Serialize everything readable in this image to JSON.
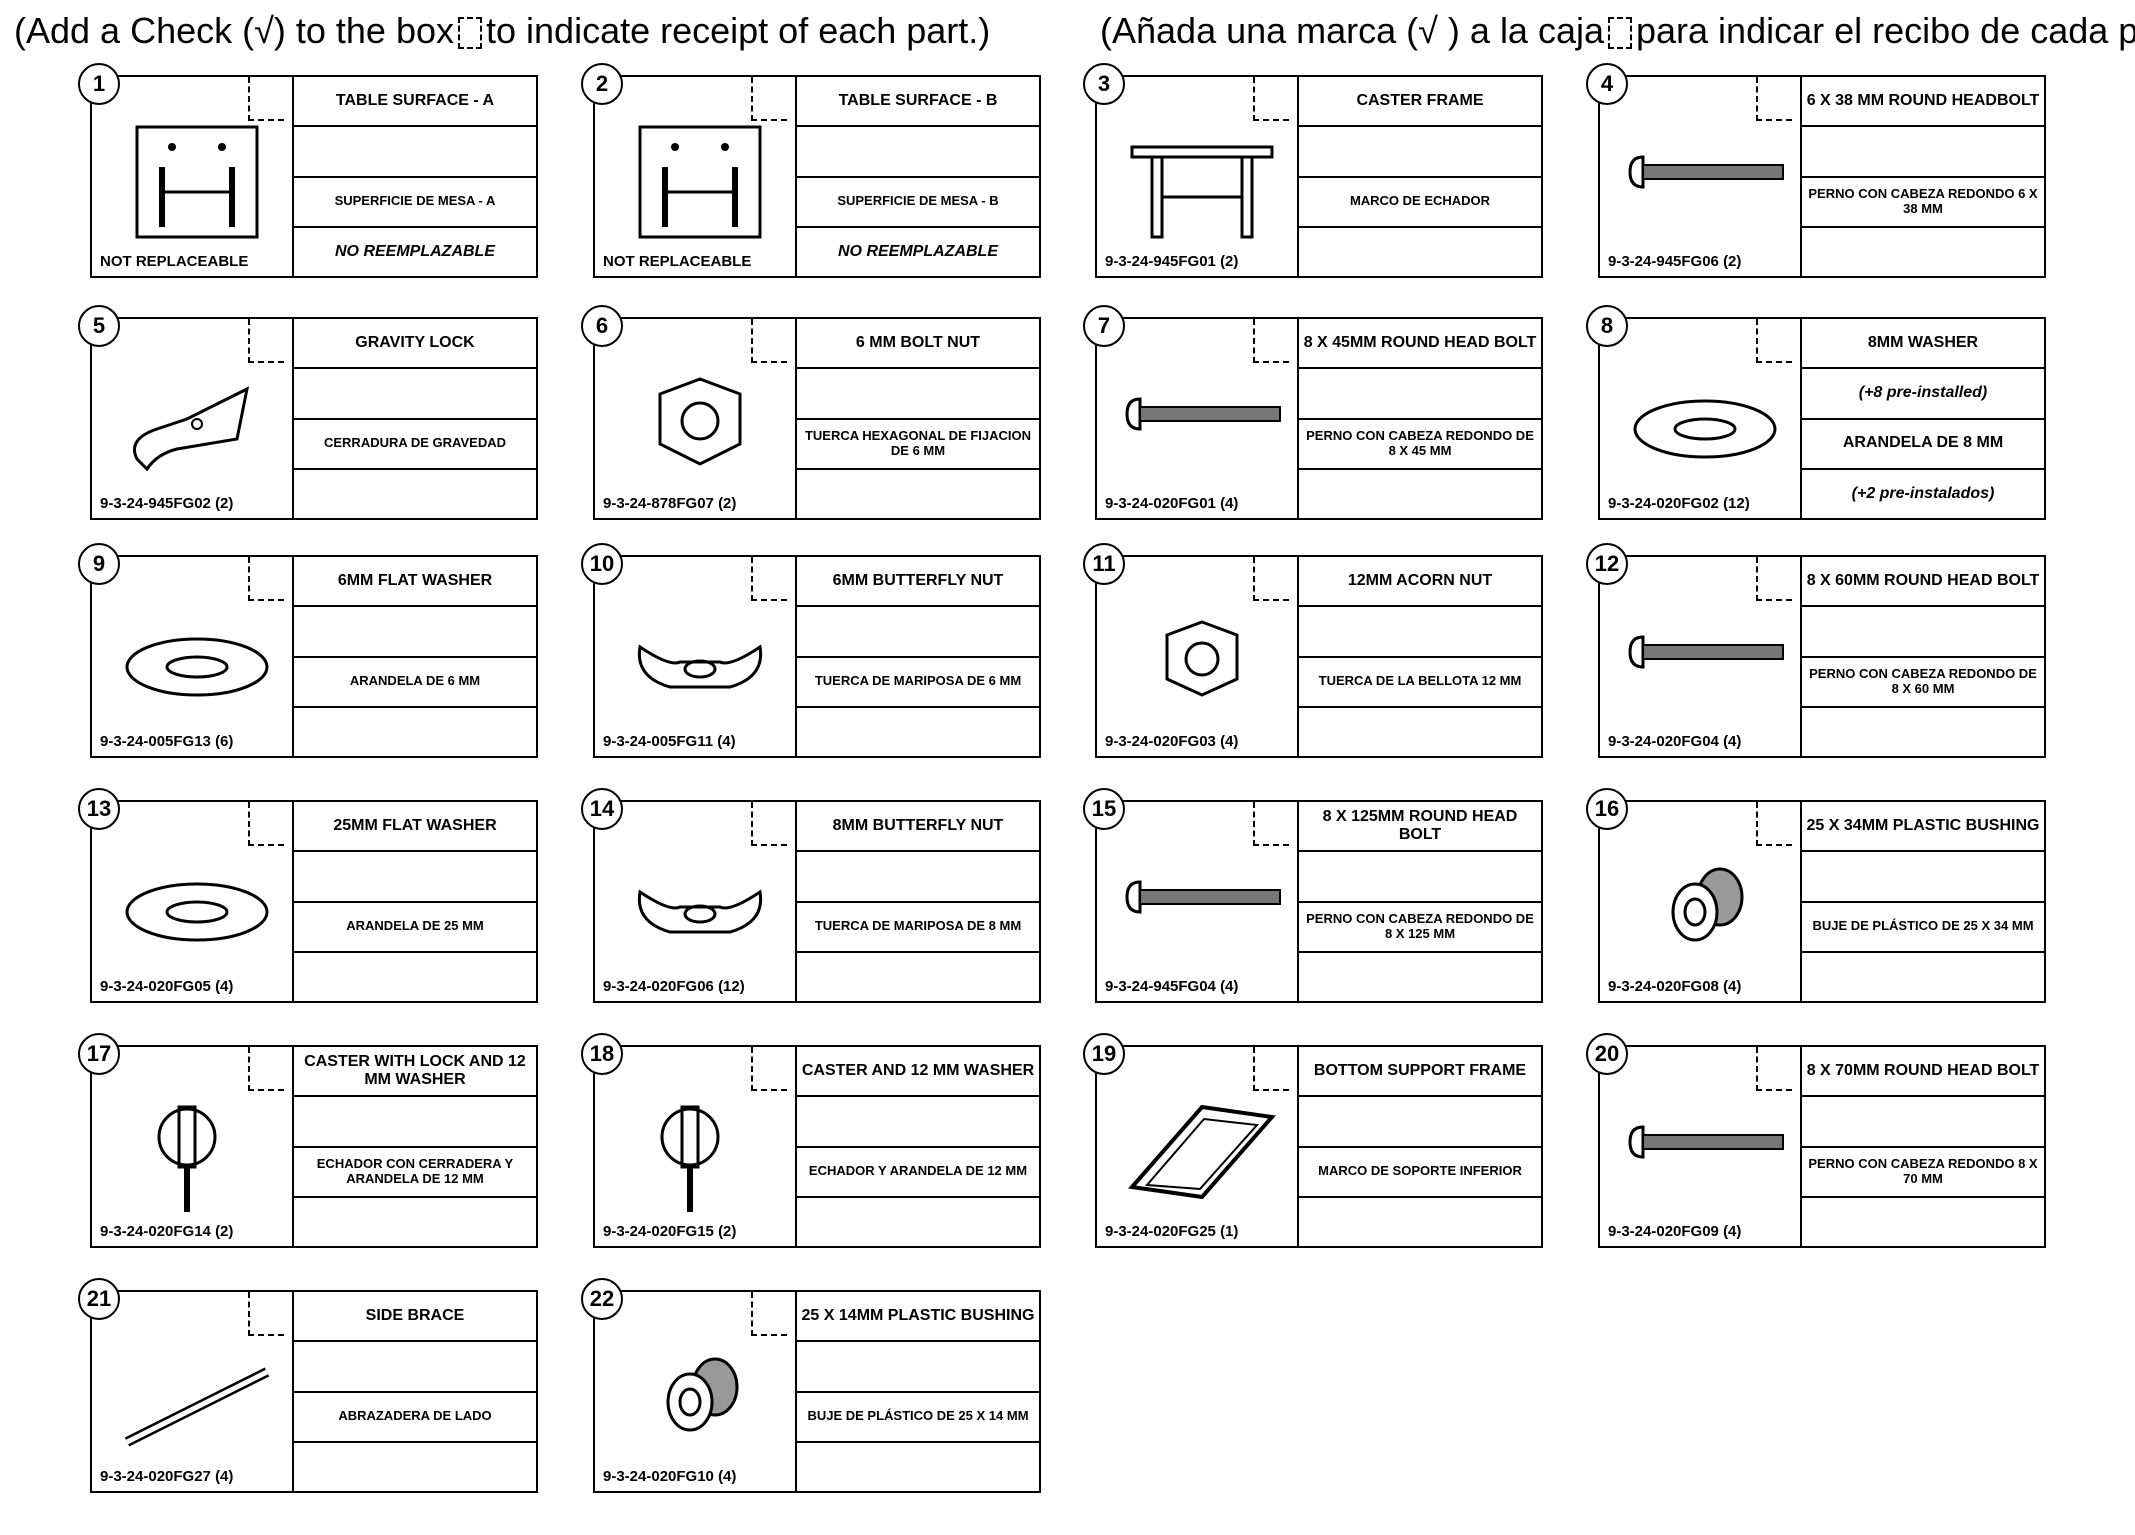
{
  "instructions": {
    "english_before": "(Add a Check (√)",
    "english_middle": "to the box",
    "english_after": "to indicate receipt of each part.)",
    "spanish_before": "(Añada una marca (√ ) a la caja",
    "spanish_after": "para indicar el recibo de cada pieza.)"
  },
  "parts": [
    {
      "num": "1",
      "en": "TABLE SURFACE - A",
      "es": "SUPERFICIE DE MESA - A",
      "es2": "NO REEMPLAZABLE",
      "partno": "NOT REPLACEABLE",
      "icon": "table-surface-icon"
    },
    {
      "num": "2",
      "en": "TABLE SURFACE - B",
      "es": "SUPERFICIE DE MESA - B",
      "es2": "NO REEMPLAZABLE",
      "partno": "NOT REPLACEABLE",
      "icon": "table-surface-icon"
    },
    {
      "num": "3",
      "en": "CASTER FRAME",
      "es": "MARCO DE ECHADOR",
      "partno": "9-3-24-945FG01 (2)",
      "icon": "caster-frame-icon"
    },
    {
      "num": "4",
      "en": "6 X 38 MM ROUND HEADBOLT",
      "es": "PERNO CON CABEZA REDONDO 6 X 38 MM",
      "partno": "9-3-24-945FG06 (2)",
      "icon": "bolt-icon"
    },
    {
      "num": "5",
      "en": "GRAVITY LOCK",
      "es": "CERRADURA DE GRAVEDAD",
      "partno": "9-3-24-945FG02 (2)",
      "icon": "gravity-lock-icon"
    },
    {
      "num": "6",
      "en": "6 MM BOLT NUT",
      "es": "TUERCA HEXAGONAL DE FIJACION DE 6 MM",
      "partno": "9-3-24-878FG07 (2)",
      "icon": "hex-nut-icon"
    },
    {
      "num": "7",
      "en": "8 X 45MM ROUND HEAD BOLT",
      "es": "PERNO CON CABEZA REDONDO DE 8 X 45 MM",
      "partno": "9-3-24-020FG01 (4)",
      "icon": "bolt-icon"
    },
    {
      "num": "8",
      "en": "8MM WASHER",
      "note1": "(+8 pre-installed)",
      "es": "ARANDELA DE 8 MM",
      "note2": "(+2 pre-instalados)",
      "partno": "9-3-24-020FG02 (12)",
      "icon": "washer-icon"
    },
    {
      "num": "9",
      "en": "6MM FLAT WASHER",
      "es": "ARANDELA DE 6 MM",
      "partno": "9-3-24-005FG13 (6)",
      "icon": "washer-icon"
    },
    {
      "num": "10",
      "en": "6MM BUTTERFLY NUT",
      "es": "TUERCA DE MARIPOSA DE 6 MM",
      "partno": "9-3-24-005FG11 (4)",
      "icon": "butterfly-nut-icon"
    },
    {
      "num": "11",
      "en": "12MM ACORN NUT",
      "es": "TUERCA DE LA BELLOTA 12 MM",
      "partno": "9-3-24-020FG03 (4)",
      "icon": "acorn-nut-icon"
    },
    {
      "num": "12",
      "en": "8 X 60MM ROUND HEAD BOLT",
      "es": "PERNO CON CABEZA REDONDO DE 8 X 60 MM",
      "partno": "9-3-24-020FG04 (4)",
      "icon": "bolt-icon"
    },
    {
      "num": "13",
      "en": "25MM FLAT WASHER",
      "es": "ARANDELA DE 25 MM",
      "partno": "9-3-24-020FG05 (4)",
      "icon": "washer-icon"
    },
    {
      "num": "14",
      "en": "8MM BUTTERFLY NUT",
      "es": "TUERCA DE MARIPOSA DE 8 MM",
      "partno": "9-3-24-020FG06 (12)",
      "icon": "butterfly-nut-icon"
    },
    {
      "num": "15",
      "en": "8 X 125MM ROUND HEAD BOLT",
      "es": "PERNO CON CABEZA REDONDO DE 8 X 125 MM",
      "partno": "9-3-24-945FG04 (4)",
      "icon": "bolt-icon"
    },
    {
      "num": "16",
      "en": "25 X 34MM PLASTIC BUSHING",
      "es": "BUJE DE PLÁSTICO DE 25 X 34 MM",
      "partno": "9-3-24-020FG08 (4)",
      "icon": "bushing-icon"
    },
    {
      "num": "17",
      "en": "CASTER WITH LOCK AND 12 MM WASHER",
      "es": "ECHADOR CON CERRADERA Y ARANDELA DE 12 MM",
      "partno": "9-3-24-020FG14 (2)",
      "icon": "caster-icon"
    },
    {
      "num": "18",
      "en": "CASTER AND 12 MM WASHER",
      "es": "ECHADOR Y ARANDELA DE 12 MM",
      "partno": "9-3-24-020FG15 (2)",
      "icon": "caster-icon"
    },
    {
      "num": "19",
      "en": "BOTTOM SUPPORT FRAME",
      "es": "MARCO DE SOPORTE INFERIOR",
      "partno": "9-3-24-020FG25 (1)",
      "icon": "support-frame-icon"
    },
    {
      "num": "20",
      "en": "8 X 70MM ROUND HEAD BOLT",
      "es": "PERNO CON CABEZA REDONDO 8 X 70 MM",
      "partno": "9-3-24-020FG09 (4)",
      "icon": "bolt-icon"
    },
    {
      "num": "21",
      "en": "SIDE BRACE",
      "es": "ABRAZADERA DE LADO",
      "partno": "9-3-24-020FG27 (4)",
      "icon": "side-brace-icon"
    },
    {
      "num": "22",
      "en": "25 X 14MM PLASTIC BUSHING",
      "es": "BUJE DE PLÁSTICO DE 25 X 14 MM",
      "partno": "9-3-24-020FG10 (4)",
      "icon": "bushing-icon"
    }
  ]
}
